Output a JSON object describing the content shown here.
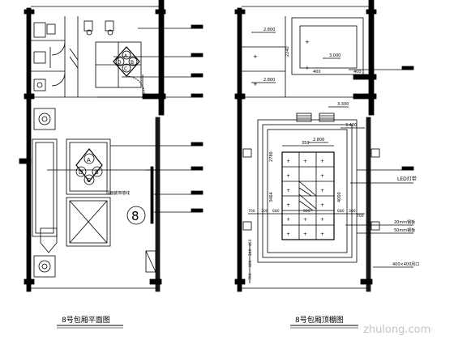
{
  "captions": {
    "floor_plan": "8号包厢平面图",
    "ceiling_plan": "8号包厢顶棚图"
  },
  "watermark": "zhulong.com",
  "floor_plan": {
    "room_number": "8",
    "table_letters": [
      "A",
      "B",
      "C",
      "D"
    ],
    "small_table_letters": [
      "A",
      "B",
      "C",
      "D"
    ],
    "tv_wall_label": "顶面装饰墙线"
  },
  "ceiling_plan": {
    "levels": [
      "2.800",
      "2.800",
      "3.000",
      "3.300",
      "3.400",
      "2.800"
    ],
    "dims": {
      "d2240": "2240",
      "d400a": "400",
      "d400b": "400",
      "d350": "350",
      "d2780": "2780",
      "d3464": "3464",
      "d4000": "4000",
      "bottom": [
        "700",
        "300",
        "680",
        "600",
        "680",
        "300",
        "700"
      ],
      "left_v": [
        "700",
        "400",
        "240",
        "450"
      ]
    },
    "annotations": {
      "led": "LED灯带",
      "mm20": "20mm钢板",
      "mm50": "50mm钢板",
      "grille": "400×400风口"
    }
  },
  "colors": {
    "line": "#000000",
    "wall": "#000000",
    "watermark": "#c4c4c4"
  }
}
